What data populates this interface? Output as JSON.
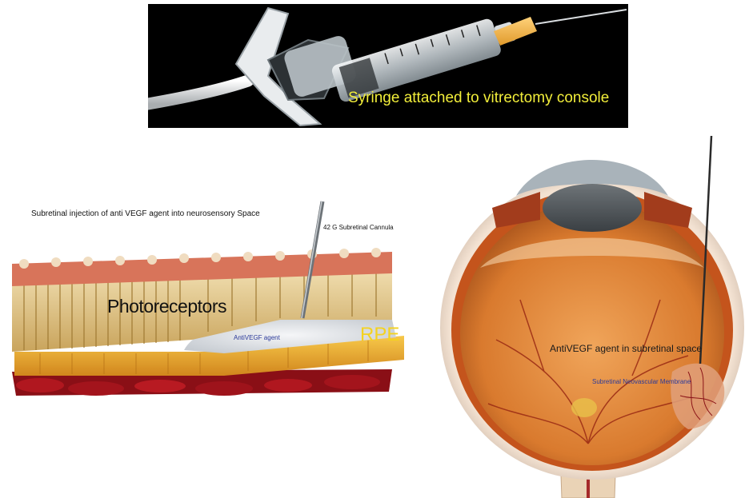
{
  "syringe_panel": {
    "caption": "Syringe attached to vitrectomy console",
    "caption_color": "#f2ee3a",
    "background_color": "#000000"
  },
  "retina_figure": {
    "title": "Subretinal injection of anti VEGF agent into neurosensory Space",
    "cannula_label": "42 G Subretinal Cannula",
    "photoreceptors_label": "Photoreceptors",
    "antivegf_label": "AntiVEGF agent",
    "antivegf_label_color": "#2b3a9a",
    "rpe_label": "RPE",
    "rpe_label_color": "#f4d21f"
  },
  "eye_figure": {
    "subretinal_label": "AntiVEGF agent in subretinal space",
    "membrane_label": "Subretinal Neovascular Membrane",
    "membrane_label_color": "#2b3a9a"
  }
}
